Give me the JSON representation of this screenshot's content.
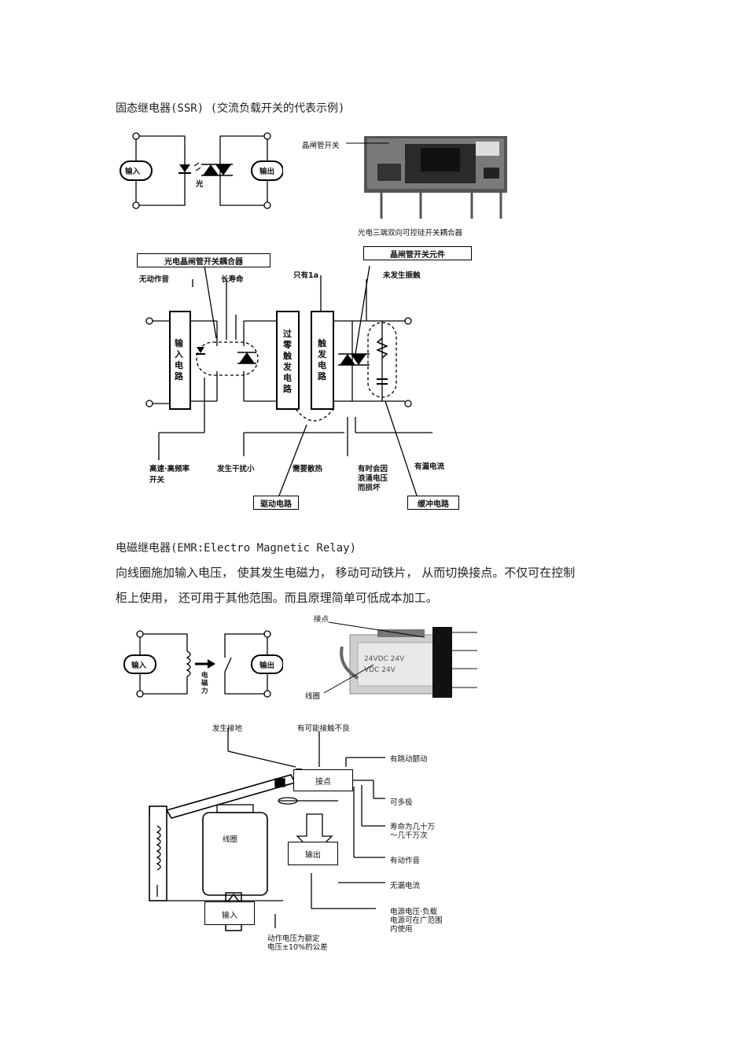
{
  "ssr_heading": "固态继电器(SSR) (交流负载开关的代表示例)",
  "ssr_simple": {
    "input_label": "输入",
    "output_label": "输出",
    "light_label": "光"
  },
  "ssr_photo": {
    "thyristor_switch_label": "晶闸管开关",
    "coupler_label": "光电三端双向可控硅开关耦合器"
  },
  "ssr_detail": {
    "coupler_box": "光电晶闸管开关耦合器",
    "thyristor_element_box": "晶闸管开关元件",
    "no_noise": "无动作音",
    "long_life": "长寿命",
    "only_1a": "只有1a",
    "no_arc": "未发生振触",
    "input_circuit": "输入电路",
    "zero_cross": "过零触发电路",
    "trigger_circuit": "触发电路",
    "high_speed_1": "高速·高频率",
    "high_speed_2": "开关",
    "low_interference": "发生干扰小",
    "heat_sink": "需要散热",
    "leak_damage_1": "有时会因",
    "leak_damage_2": "浪涌电压",
    "leak_damage_3": "而损坏",
    "leak_current": "有漏电流",
    "drive_circuit_box": "驱动电路",
    "snubber_box": "缓冲电路"
  },
  "emr_heading": "电磁继电器(EMR:Electro Magnetic Relay)",
  "emr_para_line1": "向线圈施加输入电压， 使其发生电磁力， 移动可动铁片， 从而切换接点。不仅可在控制",
  "emr_para_line2": "柜上使用， 还可用于其他范围。而且原理简单可低成本加工。",
  "emr_simple": {
    "input_label": "输入",
    "output_label": "输出",
    "force_label": "电磁力"
  },
  "emr_photo": {
    "contact_label": "接点",
    "coil_label": "线圈",
    "print_line1": "24VDC 24V",
    "print_line2": "VDC 24V"
  },
  "emr_detail": {
    "grounding": "发生接地",
    "poor_contact": "有可能接触不良",
    "bounce": "有跳动颤动",
    "contact_box": "接点",
    "multi_pole": "可多极",
    "life_1": "寿命为几十万",
    "life_2": "～几千万次",
    "coil_box": "线圈",
    "output_box": "输出",
    "noise": "有动作音",
    "no_leak": "无漏电流",
    "voltage_1": "电源电压·负载",
    "voltage_2": "电源可在广范围",
    "voltage_3": "内使用",
    "input_box": "输入",
    "tolerance_1": "动作电压为额定",
    "tolerance_2": "电压±10%的公差"
  }
}
